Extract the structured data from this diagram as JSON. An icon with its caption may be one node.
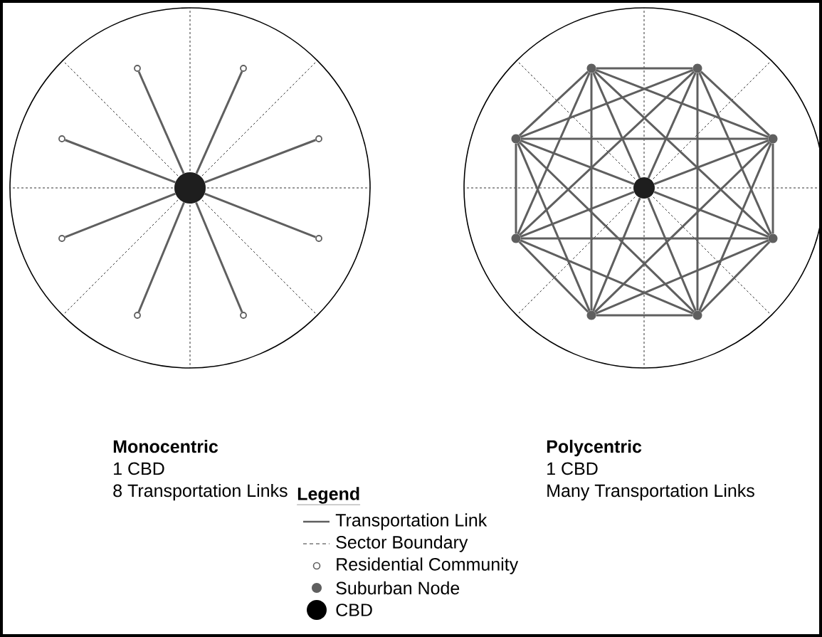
{
  "diagram": {
    "nodes": [
      {
        "text": [
          "Monocentric"
        ],
        "beside": [
          "1 CBD",
          "8 Transportation Links"
        ]
      },
      {
        "text": [],
        "shape": "circle",
        "in": 0
      },
      {
        "text": [],
        "shape": "circle",
        "in": 0
      },
      {
        "text": [],
        "shape": "circle",
        "in": 0
      },
      {
        "text": [],
        "shape": "circle",
        "in": 0
      },
      {
        "text": [],
        "shape": "circle",
        "in": 0
      },
      {
        "text": [],
        "shape": "circle",
        "in": 0
      },
      {
        "text": [],
        "shape": "circle",
        "in": 0
      },
      {
        "text": [],
        "shape": "circle",
        "in": 0
      },
      {
        "text": [],
        "shape": "circle",
        "in": 0
      },
      {
        "text": [
          "Polycentric"
        ],
        "beside": [
          "1 CBD",
          "Many Transportation Links"
        ]
      },
      {
        "text": [],
        "shape": "circle",
        "in": 10
      },
      {
        "text": [],
        "shape": "circle",
        "in": 10
      },
      {
        "text": [],
        "shape": "circle",
        "in": 10
      },
      {
        "text": [],
        "shape": "circle",
        "in": 10
      },
      {
        "text": [],
        "shape": "circle",
        "in": 10
      },
      {
        "text": [],
        "shape": "circle",
        "in": 10
      },
      {
        "text": [],
        "shape": "circle",
        "in": 10
      },
      {
        "text": [],
        "shape": "circle",
        "in": 10
      },
      {
        "text": [],
        "shape": "circle",
        "in": 10
      }
    ],
    "edges": [
      {
        "from": 1,
        "to": 2,
        "arrow": "none"
      },
      {
        "from": 1,
        "to": 3,
        "arrow": "none"
      },
      {
        "from": 1,
        "to": 4,
        "arrow": "none"
      },
      {
        "from": 1,
        "to": 5,
        "arrow": "none"
      },
      {
        "from": 1,
        "to": 6,
        "arrow": "none"
      },
      {
        "from": 1,
        "to": 7,
        "arrow": "none"
      },
      {
        "from": 1,
        "to": 8,
        "arrow": "none"
      },
      {
        "from": 1,
        "to": 9,
        "arrow": "none"
      },
      {
        "from": 11,
        "to": 12,
        "arrow": "none"
      },
      {
        "from": 11,
        "to": 13,
        "arrow": "none"
      },
      {
        "from": 11,
        "to": 14,
        "arrow": "none"
      },
      {
        "from": 11,
        "to": 15,
        "arrow": "none"
      },
      {
        "from": 11,
        "to": 16,
        "arrow": "none"
      },
      {
        "from": 11,
        "to": 17,
        "arrow": "none"
      },
      {
        "from": 11,
        "to": 18,
        "arrow": "none"
      },
      {
        "from": 11,
        "to": 19,
        "arrow": "none"
      },
      {
        "from": 12,
        "to": 13,
        "arrow": "none"
      },
      {
        "from": 12,
        "to": 14,
        "arrow": "none"
      },
      {
        "from": 12,
        "to": 15,
        "arrow": "none"
      },
      {
        "from": 12,
        "to": 16,
        "arrow": "none"
      },
      {
        "from": 12,
        "to": 17,
        "arrow": "none"
      },
      {
        "from": 12,
        "to": 18,
        "arrow": "none"
      },
      {
        "from": 13,
        "to": 14,
        "arrow": "none"
      },
      {
        "from": 13,
        "to": 15,
        "arrow": "none"
      },
      {
        "from": 13,
        "to": 16,
        "arrow": "none"
      },
      {
        "from": 13,
        "to": 17,
        "arrow": "none"
      },
      {
        "from": 13,
        "to": 19,
        "arrow": "none"
      },
      {
        "from": 14,
        "to": 15,
        "arrow": "none"
      },
      {
        "from": 14,
        "to": 16,
        "arrow": "none"
      },
      {
        "from": 14,
        "to": 18,
        "arrow": "none"
      },
      {
        "from": 14,
        "to": 19,
        "arrow": "none"
      },
      {
        "from": 15,
        "to": 17,
        "arrow": "none"
      },
      {
        "from": 15,
        "to": 18,
        "arrow": "none"
      },
      {
        "from": 15,
        "to": 19,
        "arrow": "none"
      },
      {
        "from": 16,
        "to": 17,
        "arrow": "none"
      },
      {
        "from": 16,
        "to": 18,
        "arrow": "none"
      },
      {
        "from": 16,
        "to": 19,
        "arrow": "none"
      },
      {
        "from": 17,
        "to": 18,
        "arrow": "none"
      },
      {
        "from": 17,
        "to": 19,
        "arrow": "none"
      },
      {
        "from": 18,
        "to": 19,
        "arrow": "none"
      }
    ],
    "labels": [
      "Legend"
    ],
    "legend": [
      {
        "text": "Transportation Link"
      },
      {
        "text": "Sector Boundary"
      },
      {
        "text": "Residential Community"
      },
      {
        "text": "Suburban Node"
      },
      {
        "text": "CBD"
      }
    ]
  }
}
